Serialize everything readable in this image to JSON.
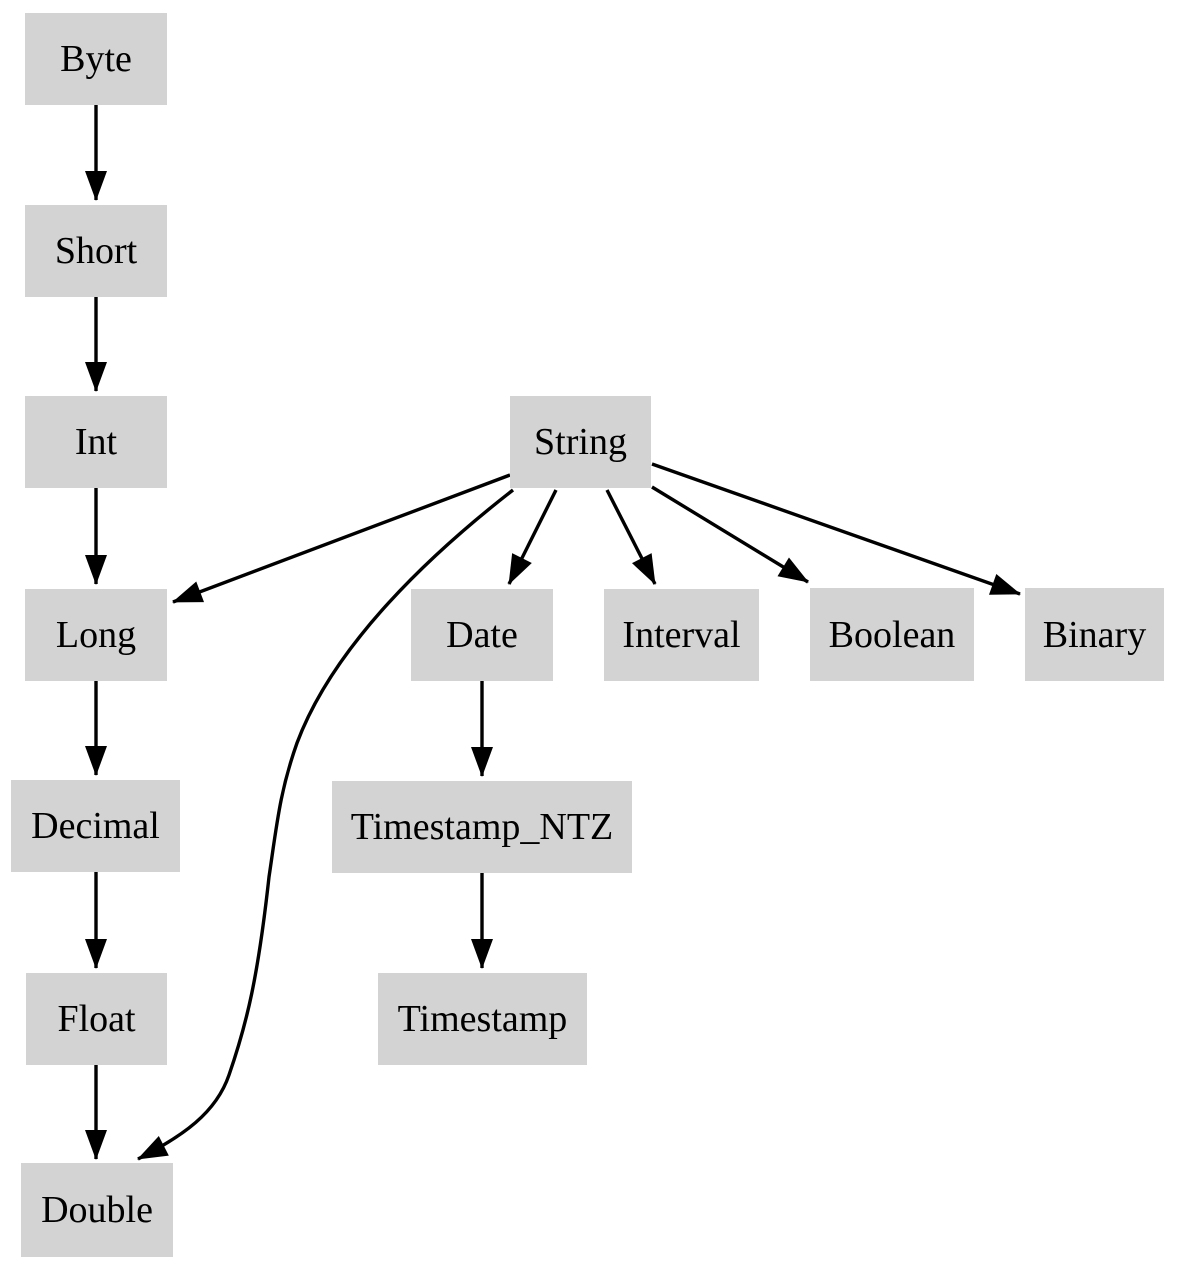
{
  "diagram": {
    "kind": "directed-graph",
    "background_color": "#ffffff",
    "node_fill_color": "#d3d3d3",
    "node_text_color": "#000000",
    "edge_color": "#000000",
    "nodes": [
      {
        "id": "Byte",
        "label": "Byte"
      },
      {
        "id": "Short",
        "label": "Short"
      },
      {
        "id": "Int",
        "label": "Int"
      },
      {
        "id": "Long",
        "label": "Long"
      },
      {
        "id": "Decimal",
        "label": "Decimal"
      },
      {
        "id": "Float",
        "label": "Float"
      },
      {
        "id": "Double",
        "label": "Double"
      },
      {
        "id": "String",
        "label": "String"
      },
      {
        "id": "Date",
        "label": "Date"
      },
      {
        "id": "Interval",
        "label": "Interval"
      },
      {
        "id": "Boolean",
        "label": "Boolean"
      },
      {
        "id": "Binary",
        "label": "Binary"
      },
      {
        "id": "Timestamp_NTZ",
        "label": "Timestamp_NTZ"
      },
      {
        "id": "Timestamp",
        "label": "Timestamp"
      }
    ],
    "edges": [
      {
        "from": "Byte",
        "to": "Short"
      },
      {
        "from": "Short",
        "to": "Int"
      },
      {
        "from": "Int",
        "to": "Long"
      },
      {
        "from": "Long",
        "to": "Decimal"
      },
      {
        "from": "Decimal",
        "to": "Float"
      },
      {
        "from": "Float",
        "to": "Double"
      },
      {
        "from": "String",
        "to": "Long"
      },
      {
        "from": "String",
        "to": "Double"
      },
      {
        "from": "String",
        "to": "Date"
      },
      {
        "from": "String",
        "to": "Interval"
      },
      {
        "from": "String",
        "to": "Boolean"
      },
      {
        "from": "String",
        "to": "Binary"
      },
      {
        "from": "Date",
        "to": "Timestamp_NTZ"
      },
      {
        "from": "Timestamp_NTZ",
        "to": "Timestamp"
      }
    ]
  }
}
